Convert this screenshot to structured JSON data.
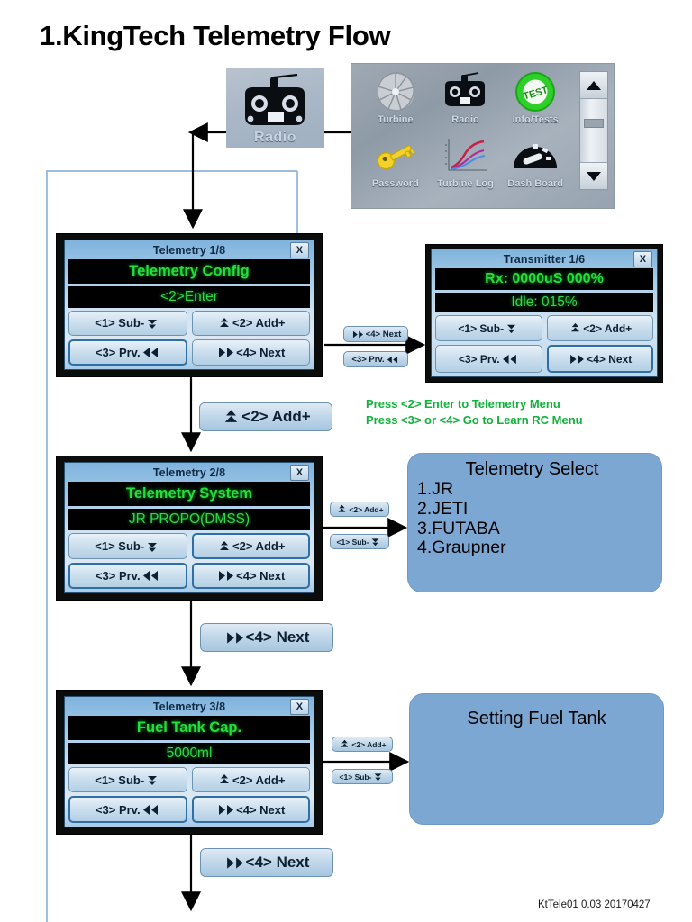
{
  "page": {
    "title": "1.KingTech Telemetry Flow",
    "footer": "KtTele01 0.03  20170427"
  },
  "radio_thumb": {
    "label": "Radio",
    "icon": "transmitter-icon"
  },
  "gsu_screen": {
    "items": [
      {
        "label": "Turbine",
        "icon": "turbine-wheel-icon"
      },
      {
        "label": "Radio",
        "icon": "transmitter-icon"
      },
      {
        "label": "Info/Tests",
        "icon": "test-circle-icon"
      },
      {
        "label": "Password",
        "icon": "key-icon"
      },
      {
        "label": "Turbine Log",
        "icon": "line-chart-icon"
      },
      {
        "label": "Dash Board",
        "icon": "gauge-icon"
      }
    ],
    "scrollbar": {
      "up": "triangle-up-icon",
      "down": "triangle-down-icon",
      "thumb": "scroll-thumb"
    }
  },
  "panels": {
    "telemetry1": {
      "title": "Telemetry 1/8",
      "close": "X",
      "heading": "Telemetry Config",
      "value": "<2>Enter",
      "buttons": {
        "sub": "<1> Sub-",
        "add": "<2> Add+",
        "prv": "<3> Prv.",
        "next": "<4> Next"
      }
    },
    "transmitter1": {
      "title": "Transmitter 1/6",
      "close": "X",
      "heading": "Rx: 0000uS  000%",
      "value": "Idle: 015%",
      "buttons": {
        "sub": "<1> Sub-",
        "add": "<2> Add+",
        "prv": "<3> Prv.",
        "next": "<4> Next"
      }
    },
    "telemetry2": {
      "title": "Telemetry 2/8",
      "close": "X",
      "heading": "Telemetry System",
      "value": "JR PROPO(DMSS)",
      "buttons": {
        "sub": "<1> Sub-",
        "add": "<2> Add+",
        "prv": "<3> Prv.",
        "next": "<4> Next"
      }
    },
    "telemetry3": {
      "title": "Telemetry 3/8",
      "close": "X",
      "heading": "Fuel Tank Cap.",
      "value": "5000ml",
      "buttons": {
        "sub": "<1> Sub-",
        "add": "<2> Add+",
        "prv": "<3> Prv.",
        "next": "<4> Next"
      }
    }
  },
  "connectors": {
    "to_transmitter_next": "<4> Next",
    "to_transmitter_prv": "<3> Prv.",
    "t1_to_t2_add": "<2> Add+",
    "t2_select_add": "<2> Add+",
    "t2_select_sub": "<1> Sub-",
    "t2_to_t3_next": "<4> Next",
    "t3_fuel_add": "<2> Add+",
    "t3_fuel_sub": "<1> Sub-",
    "t3_to_next": "<4> Next"
  },
  "notes": {
    "green_line1": "Press <2> Enter to Telemetry Menu",
    "green_line2": "Press <3> or <4> Go to  Learn RC Menu"
  },
  "callouts": {
    "telemetry_select": {
      "title": "Telemetry Select",
      "options": [
        "1.JR",
        "2.JETI",
        "3.FUTABA",
        "4.Graupner"
      ]
    },
    "fuel_tank": {
      "title": "Setting Fuel Tank"
    }
  },
  "colors": {
    "callout_blue": "#7da7d3",
    "lcd_green": "#22e03c",
    "note_green": "#11b13a",
    "lcd_blue": "#9cc6e6"
  }
}
